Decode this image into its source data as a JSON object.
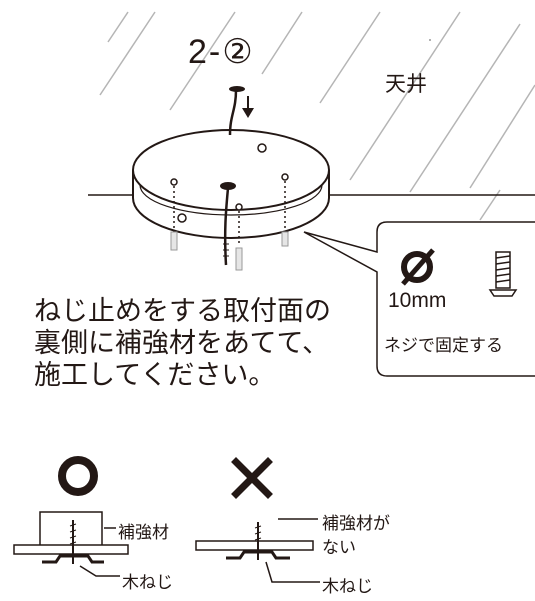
{
  "step_label": "2-②",
  "ceiling_label": "天井",
  "instruction_lines": [
    "ねじ止めをする取付面の",
    "裏側に補強材をあてて、",
    "施工してください。"
  ],
  "callout": {
    "diameter_symbol": "Ø",
    "dimension": "10mm",
    "fix_text": "ネジで固定する"
  },
  "correct_example": {
    "mark": "○",
    "reinforcement_label": "補強材",
    "screw_label": "木ねじ"
  },
  "incorrect_example": {
    "mark": "×",
    "no_reinforcement_label": [
      "補強材が",
      "ない"
    ],
    "screw_label": "木ねじ"
  }
}
